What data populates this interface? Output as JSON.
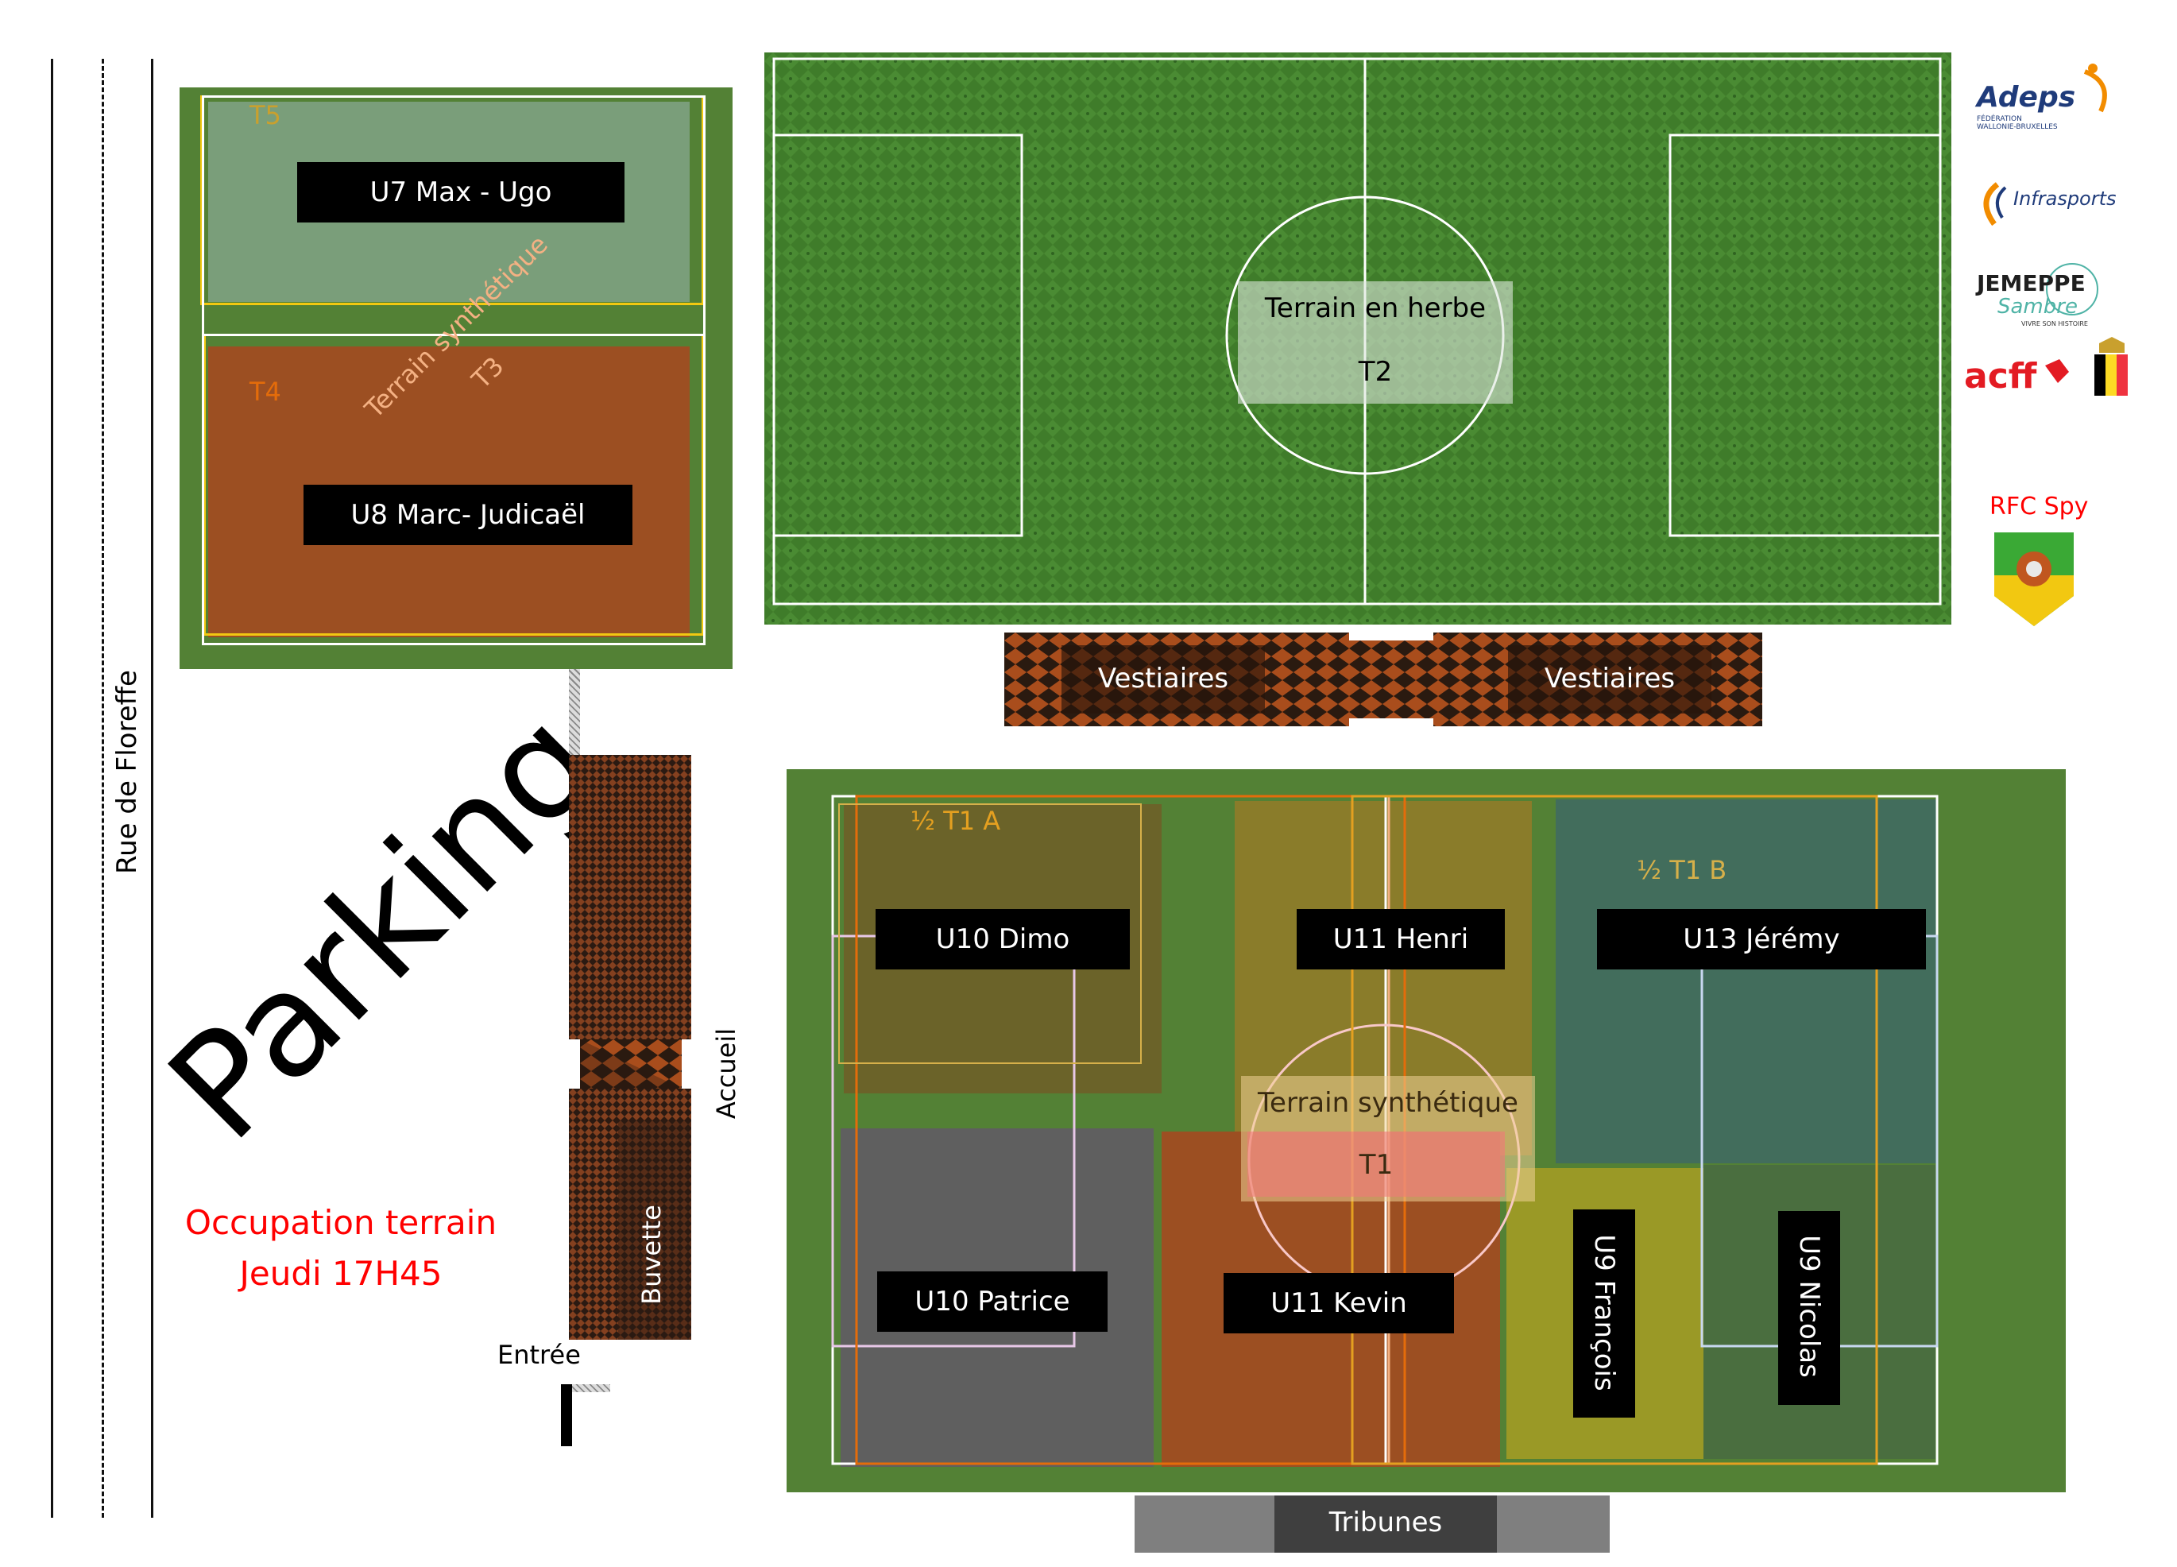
{
  "street": {
    "label": "Rue de Floreffe"
  },
  "parking": {
    "label": "Parking"
  },
  "title": {
    "line1": "Occupation terrain",
    "line2": "Jeudi 17H45"
  },
  "entrance": {
    "label": "Entrée"
  },
  "reception": {
    "label": "Accueil"
  },
  "buvette": {
    "label": "Buvette"
  },
  "upper_left_field": {
    "t5": "T5",
    "t4": "T4",
    "t3": "T3",
    "synth_label": "Terrain synthétique",
    "teams": [
      "U7 Max - Ugo",
      "U8 Marc- Judicaël"
    ]
  },
  "grass_field": {
    "name": "Terrain en herbe",
    "code": "T2"
  },
  "changing_rooms": [
    "Vestiaires",
    "Vestiaires"
  ],
  "main_field": {
    "name": "Terrain synthétique",
    "code": "T1",
    "half_a": "½ T1 A",
    "half_b": "½ T1 B",
    "teams": [
      "U10 Dimo",
      "U11 Henri",
      "U13 Jérémy",
      "U10 Patrice",
      "U11 Kevin",
      "U9 François",
      "U9 Nicolas"
    ]
  },
  "stands": {
    "label": "Tribunes"
  },
  "logos": {
    "adeps": {
      "name": "Adeps",
      "sub": "FÉDÉRATION WALLONIE-BRUXELLES"
    },
    "infrasports": {
      "name": "Infrasports"
    },
    "jemeppe": {
      "name": "JEMEPPE",
      "sub": "Sambre",
      "tagline": "VIVRE SON HISTOIRE"
    },
    "acff": {
      "name": "acff"
    },
    "club": {
      "name": "RFC Spy"
    }
  },
  "colors": {
    "grass": "#3e7a2a",
    "field_border": "#538135",
    "orange_zone": "#9c4f22",
    "grey_zone": "#5f5f5f",
    "olive_zone": "#6b6329",
    "title_red": "#ff0000",
    "orange_text": "#e46c0a",
    "gold_text": "#c9a02e"
  }
}
